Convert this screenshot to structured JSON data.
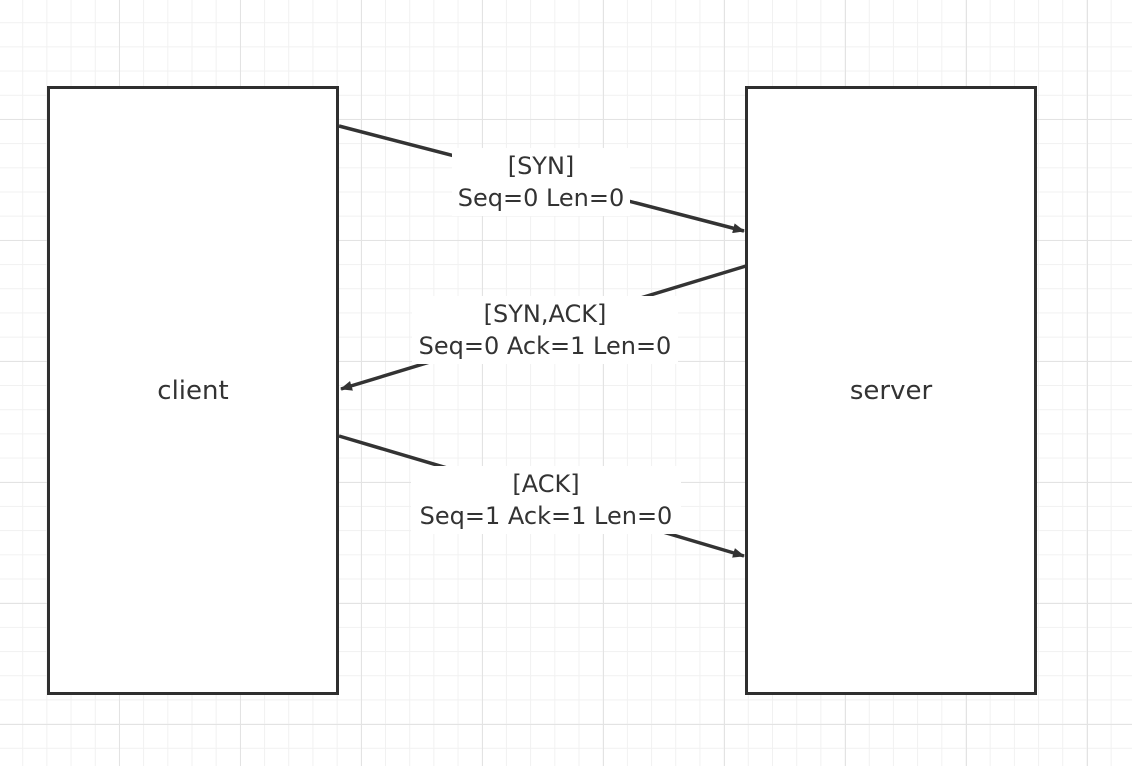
{
  "nodes": {
    "client": "client",
    "server": "server"
  },
  "messages": [
    {
      "title": "[SYN]",
      "detail": "Seq=0 Len=0",
      "direction": "client-to-server"
    },
    {
      "title": "[SYN,ACK]",
      "detail": "Seq=0 Ack=1 Len=0",
      "direction": "server-to-client"
    },
    {
      "title": "[ACK]",
      "detail": "Seq=1 Ack=1 Len=0",
      "direction": "client-to-server"
    }
  ],
  "colors": {
    "line": "#333333",
    "box_border": "#2f2f2f",
    "grid": "#e3e3e3",
    "text": "#333333"
  }
}
